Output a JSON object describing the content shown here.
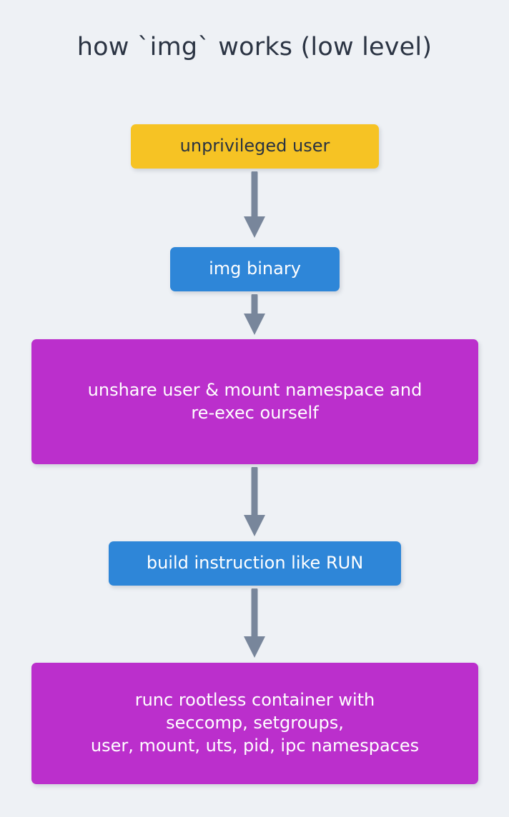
{
  "diagram": {
    "title": "how `img` works (low level)",
    "background_color": "#eef1f5",
    "title_color": "#2b3443",
    "type": "flowchart",
    "orientation": "top-to-bottom",
    "colors": {
      "yellow": "#f6c324",
      "blue": "#2e86d8",
      "purple": "#bb2fcc",
      "arrow_gray": "#78869b",
      "dark_text": "#2a3341",
      "light_text": "#ffffff"
    },
    "nodes": [
      {
        "id": "unprivileged-user",
        "label": "unprivileged user",
        "color": "#f6c324",
        "text_color": "#2a3341"
      },
      {
        "id": "img-binary",
        "label": "img binary",
        "color": "#2e86d8",
        "text_color": "#ffffff"
      },
      {
        "id": "unshare",
        "label": "unshare user & mount namespace and\nre-exec ourself",
        "color": "#bb2fcc",
        "text_color": "#ffffff"
      },
      {
        "id": "build-instruction",
        "label": "build instruction like RUN",
        "color": "#2e86d8",
        "text_color": "#ffffff"
      },
      {
        "id": "runc",
        "label": "runc rootless container with\nseccomp, setgroups,\nuser, mount, uts, pid, ipc namespaces",
        "color": "#bb2fcc",
        "text_color": "#ffffff"
      }
    ],
    "edges": [
      {
        "id": "user-to-img",
        "from": "unprivileged-user",
        "to": "img-binary",
        "label": ""
      },
      {
        "id": "img-to-unshare",
        "from": "img-binary",
        "to": "unshare",
        "label": ""
      },
      {
        "id": "unshare-to-build",
        "from": "unshare",
        "to": "build-instruction",
        "label": ""
      },
      {
        "id": "build-to-runc",
        "from": "build-instruction",
        "to": "runc",
        "label": ""
      }
    ]
  }
}
